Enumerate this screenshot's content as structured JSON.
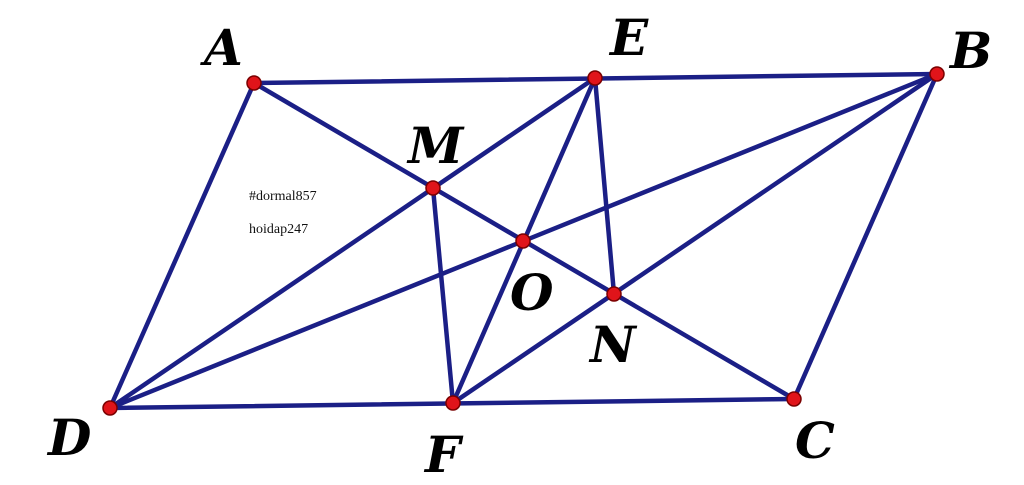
{
  "figure": {
    "points": {
      "A": {
        "label": "A"
      },
      "B": {
        "label": "B"
      },
      "C": {
        "label": "C"
      },
      "D": {
        "label": "D"
      },
      "E": {
        "label": "E"
      },
      "F": {
        "label": "F"
      },
      "M": {
        "label": "M"
      },
      "N": {
        "label": "N"
      },
      "O": {
        "label": "O"
      }
    },
    "segments": [
      [
        "A",
        "B"
      ],
      [
        "B",
        "C"
      ],
      [
        "C",
        "D"
      ],
      [
        "D",
        "A"
      ],
      [
        "A",
        "C"
      ],
      [
        "B",
        "D"
      ],
      [
        "D",
        "E"
      ],
      [
        "B",
        "F"
      ],
      [
        "E",
        "F"
      ],
      [
        "E",
        "N"
      ],
      [
        "M",
        "F"
      ]
    ],
    "line_color": "#1b1f86",
    "point_color": "#e0141a"
  },
  "watermark": {
    "line1": "#dormal857",
    "line2": "hoidap247"
  }
}
